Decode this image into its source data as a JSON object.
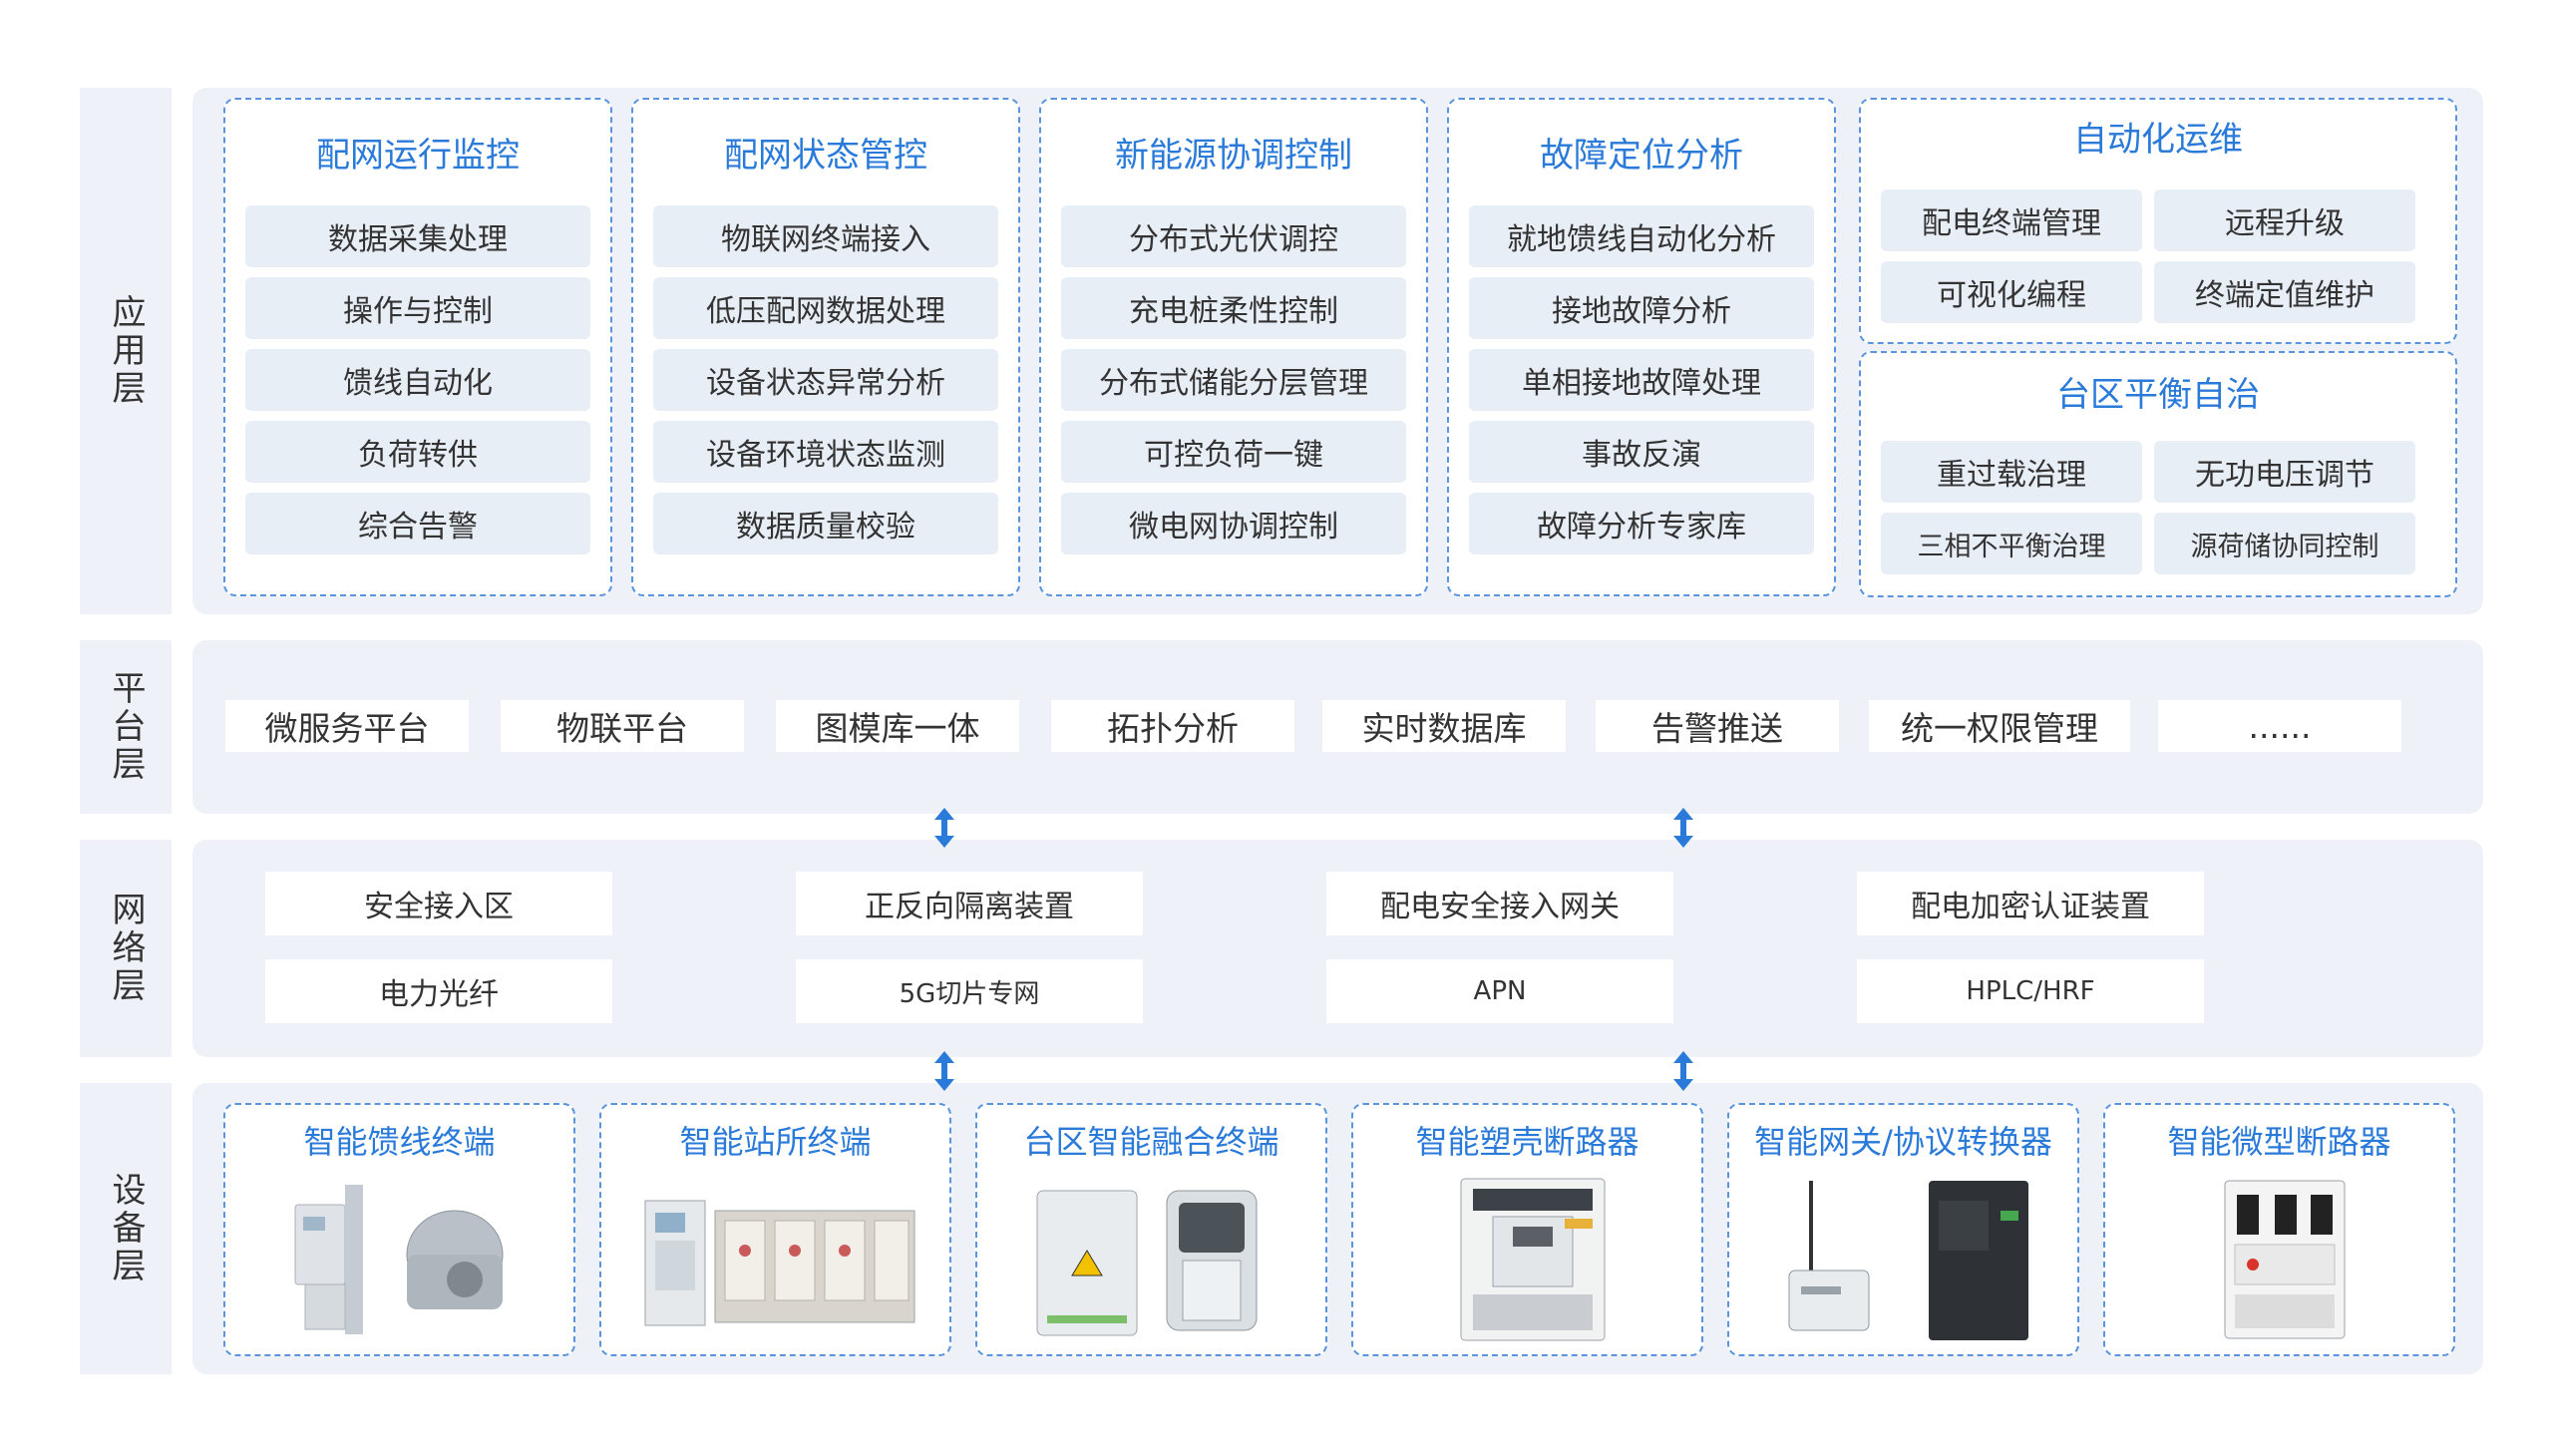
{
  "layers": {
    "application": "应用层",
    "platform": "平台层",
    "network": "网络层",
    "device": "设备层"
  },
  "app_cards": [
    {
      "title": "配网运行监控",
      "items": [
        "数据采集处理",
        "操作与控制",
        "馈线自动化",
        "负荷转供",
        "综合告警"
      ]
    },
    {
      "title": "配网状态管控",
      "items": [
        "物联网终端接入",
        "低压配网数据处理",
        "设备状态异常分析",
        "设备环境状态监测",
        "数据质量校验"
      ]
    },
    {
      "title": "新能源协调控制",
      "items": [
        "分布式光伏调控",
        "充电桩柔性控制",
        "分布式储能分层管理",
        "可控负荷一键",
        "微电网协调控制"
      ]
    },
    {
      "title": "故障定位分析",
      "items": [
        "就地馈线自动化分析",
        "接地故障分析",
        "单相接地故障处理",
        "事故反演",
        "故障分析专家库"
      ]
    }
  ],
  "auto_ops": {
    "title": "自动化运维",
    "items": [
      "配电终端管理",
      "远程升级",
      "可视化编程",
      "终端定值维护"
    ]
  },
  "area_balance": {
    "title": "台区平衡自治",
    "items": [
      "重过载治理",
      "无功电压调节",
      "三相不平衡治理",
      "源荷储协同控制"
    ]
  },
  "platform_items": [
    "微服务平台",
    "物联平台",
    "图模库一体",
    "拓扑分析",
    "实时数据库",
    "告警推送",
    "统一权限管理",
    "......"
  ],
  "network_items": [
    [
      "安全接入区",
      "电力光纤"
    ],
    [
      "正反向隔离装置",
      "5G切片专网"
    ],
    [
      "配电安全接入网关",
      "APN"
    ],
    [
      "配电加密认证装置",
      "HPLC/HRF"
    ]
  ],
  "devices": [
    "智能馈线终端",
    "智能站所终端",
    "台区智能融合终端",
    "智能塑壳断路器",
    "智能网关/协议转换器",
    "智能微型断路器"
  ],
  "colors": {
    "accent": "#2a7ad9",
    "border": "#5a93de",
    "layer_bg": "#eef2f8",
    "chip_bg": "#e8eef6"
  }
}
